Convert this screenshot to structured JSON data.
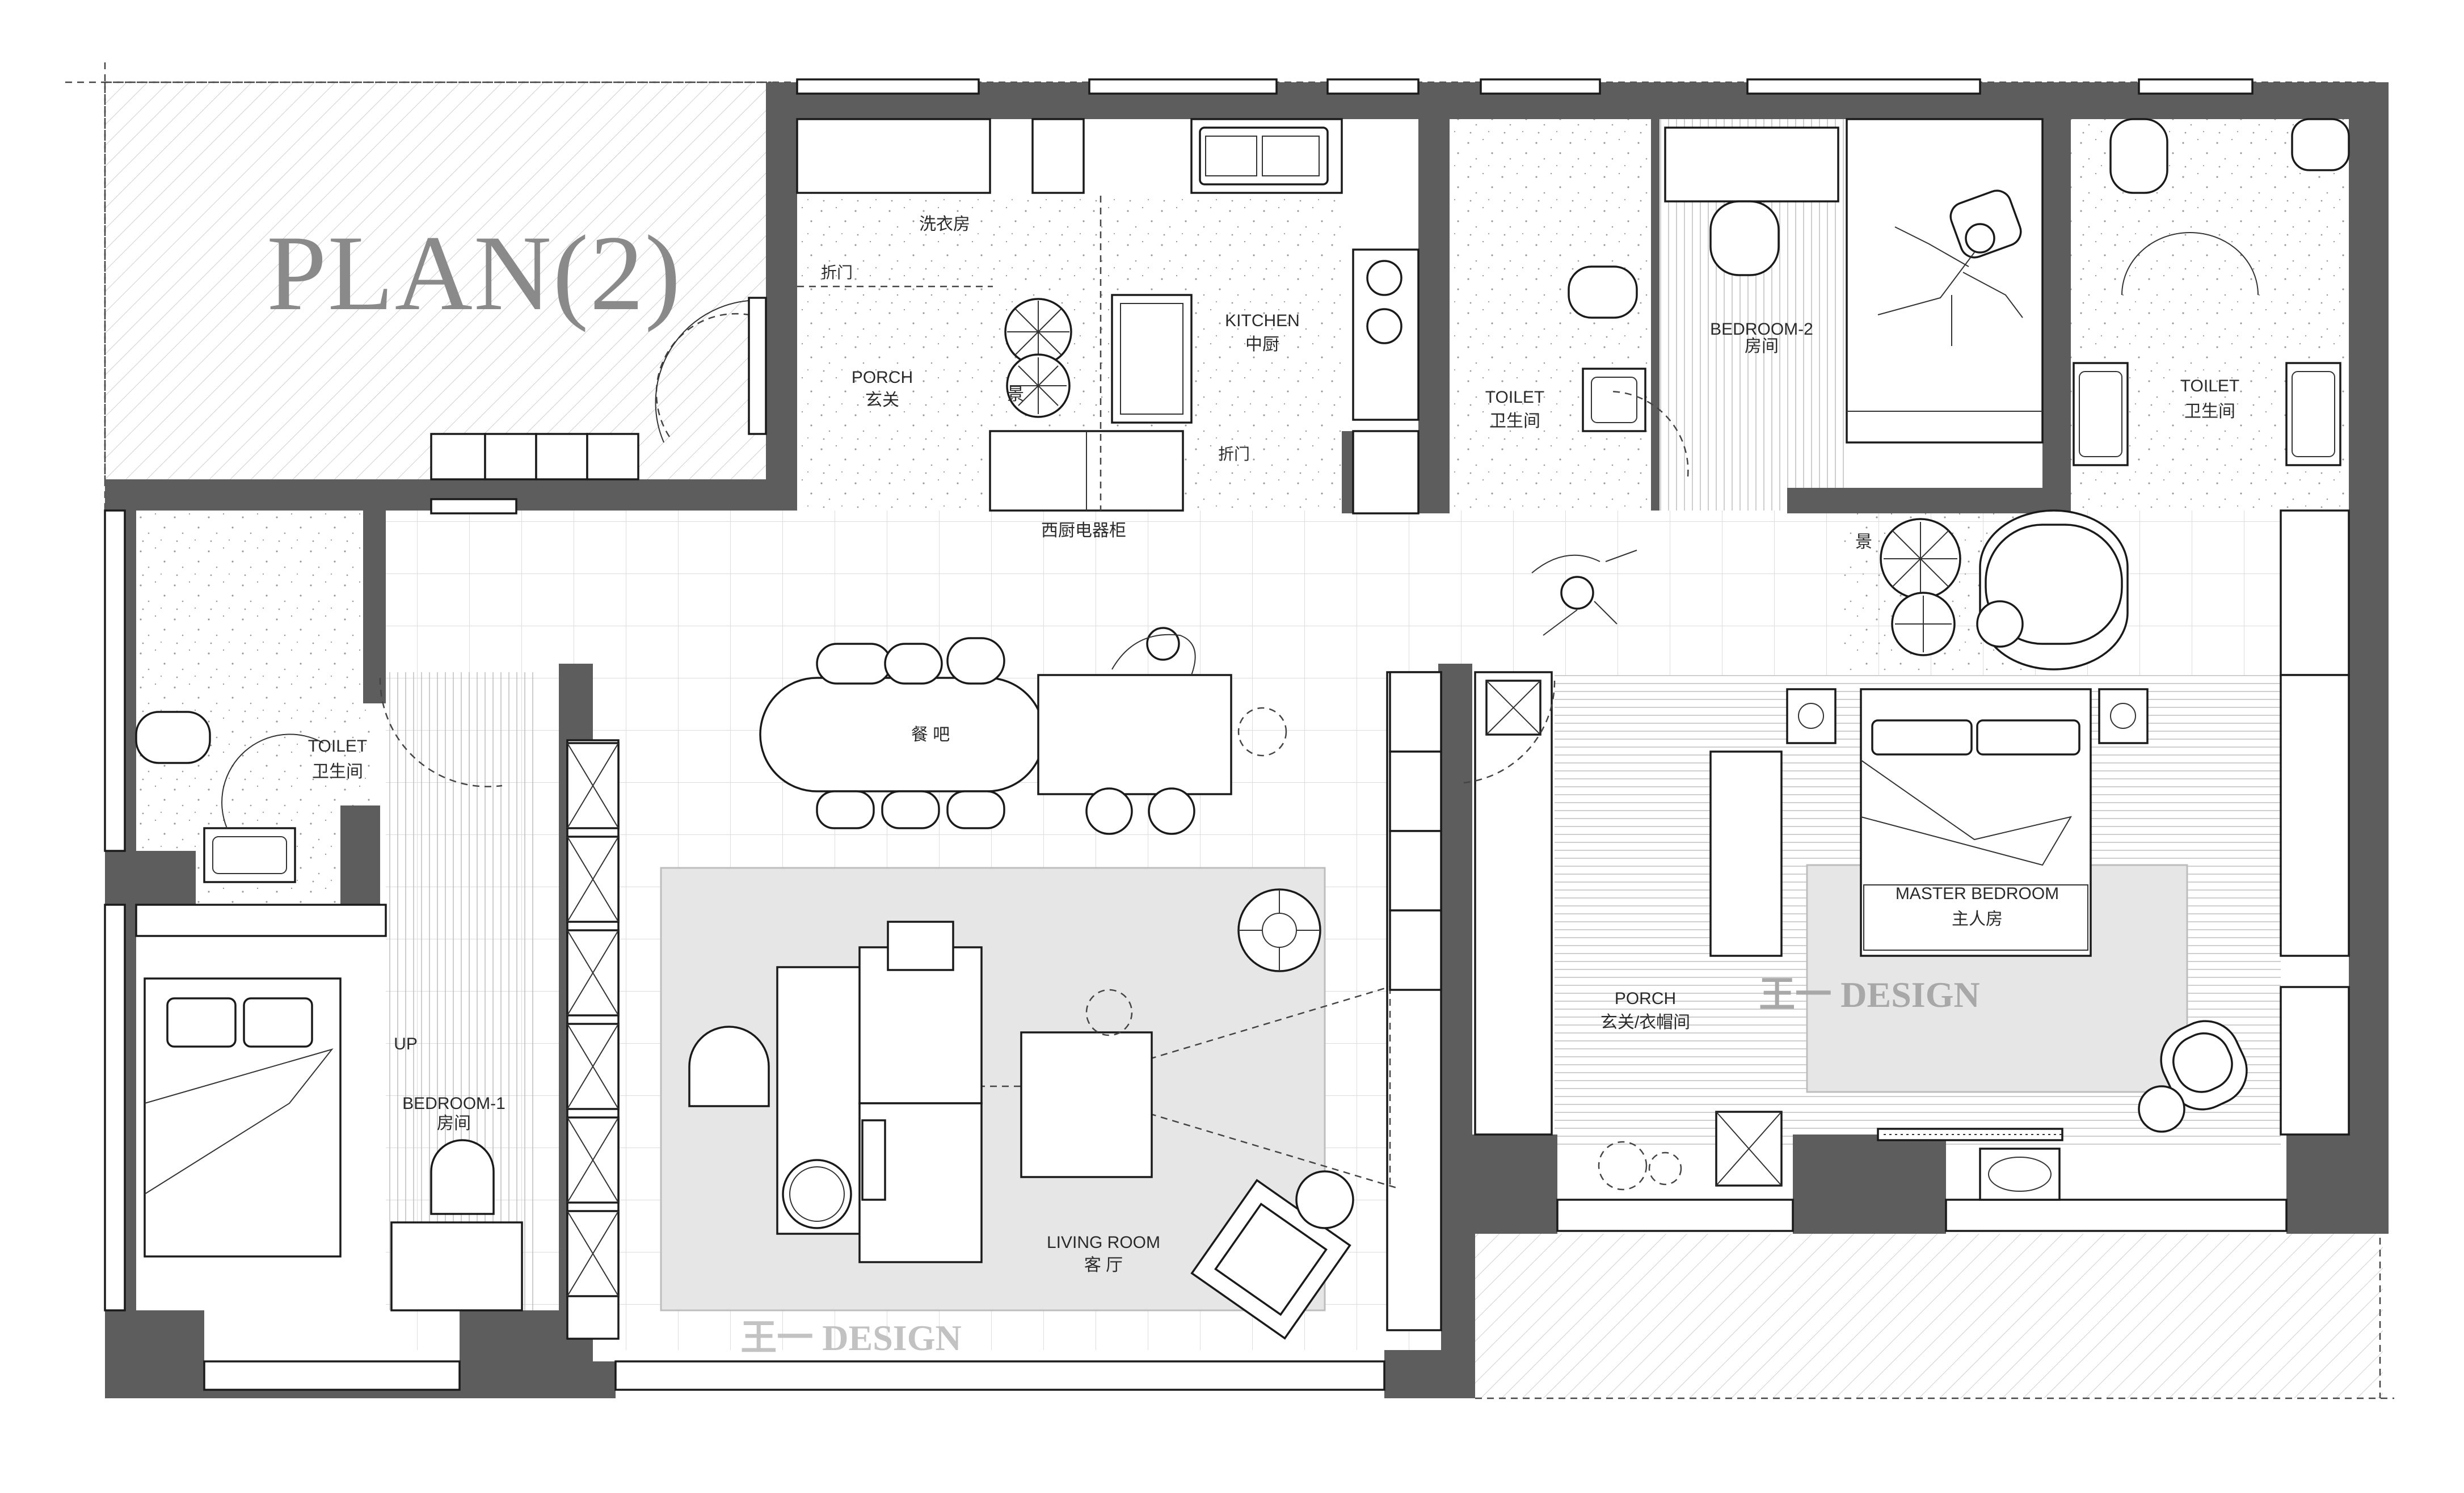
{
  "title": "PLAN(2)",
  "watermark": "王一 DESIGN",
  "rooms": {
    "laundry": "洗衣房",
    "fold_door_1": "折门",
    "fold_door_2": "折门",
    "porch_en": "PORCH",
    "porch_cn": "玄关",
    "scenery_1": "景",
    "scenery_2": "景",
    "kitchen_en": "KITCHEN",
    "kitchen_cn": "中厨",
    "western_appliance": "西厨电器柜",
    "toilet_a_en": "TOILET",
    "toilet_a_cn": "卫生间",
    "bedroom2_en": "BEDROOM-2",
    "bedroom2_cn": "房间",
    "toilet_b_en": "TOILET",
    "toilet_b_cn": "卫生间",
    "toilet_c_en": "TOILET",
    "toilet_c_cn": "卫生间",
    "dining_bar": "餐 吧",
    "up": "UP",
    "bedroom1_en": "BEDROOM-1",
    "bedroom1_cn": "房间",
    "living_en": "LIVING ROOM",
    "living_cn": "客 厅",
    "porch2_en": "PORCH",
    "porch2_cn": "玄关/衣帽间",
    "master_en": "MASTER BEDROOM",
    "master_cn": "主人房"
  },
  "colors": {
    "wall": "#5d5d5d",
    "rug": "#e6e6e6",
    "line": "#1a1a1a",
    "title": "#8a8a8a"
  }
}
